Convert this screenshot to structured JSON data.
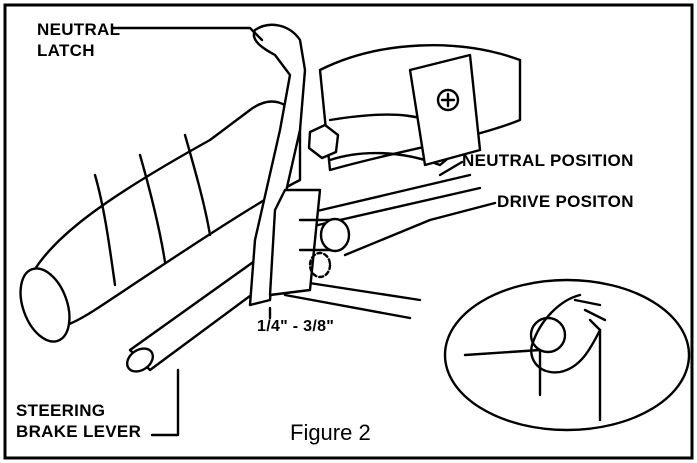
{
  "labels": {
    "neutral_latch_line1": "NEUTRAL",
    "neutral_latch_line2": "LATCH",
    "neutral_position": "NEUTRAL POSITION",
    "drive_position": "DRIVE POSITON",
    "gap": "1/4\" - 3/8\"",
    "steering_line1": "STEERING",
    "steering_line2": "BRAKE LEVER"
  },
  "caption": "Figure 2",
  "colors": {
    "ink": "#000000",
    "paper": "#ffffff"
  }
}
